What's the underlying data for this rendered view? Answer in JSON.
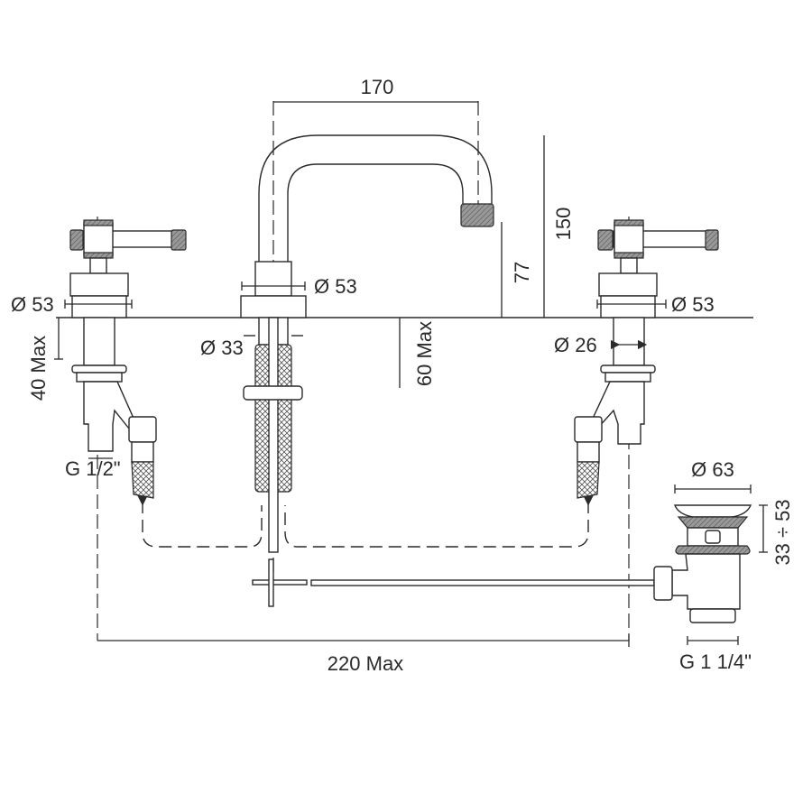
{
  "title": "Three-hole basin mixer with pop-up waste – technical drawing",
  "colors": {
    "line": "#2a2a2a",
    "background": "#ffffff"
  },
  "dimensions": {
    "spout_reach": "170",
    "total_height": "150",
    "spout_height": "77",
    "handle_left_diameter": "Ø 53",
    "spout_base_diameter": "Ø 53",
    "handle_right_diameter": "Ø 53",
    "spout_shank_diameter": "Ø 33",
    "handle_shank_diameter": "Ø 26",
    "handle_shank_length": "40 Max",
    "spout_shank_length": "60 Max",
    "inlet_thread": "G 1/2\"",
    "max_spread": "220 Max",
    "waste_diameter": "Ø 63",
    "waste_height_range": "33 ÷ 53",
    "waste_thread": "G 1 1/4\""
  }
}
